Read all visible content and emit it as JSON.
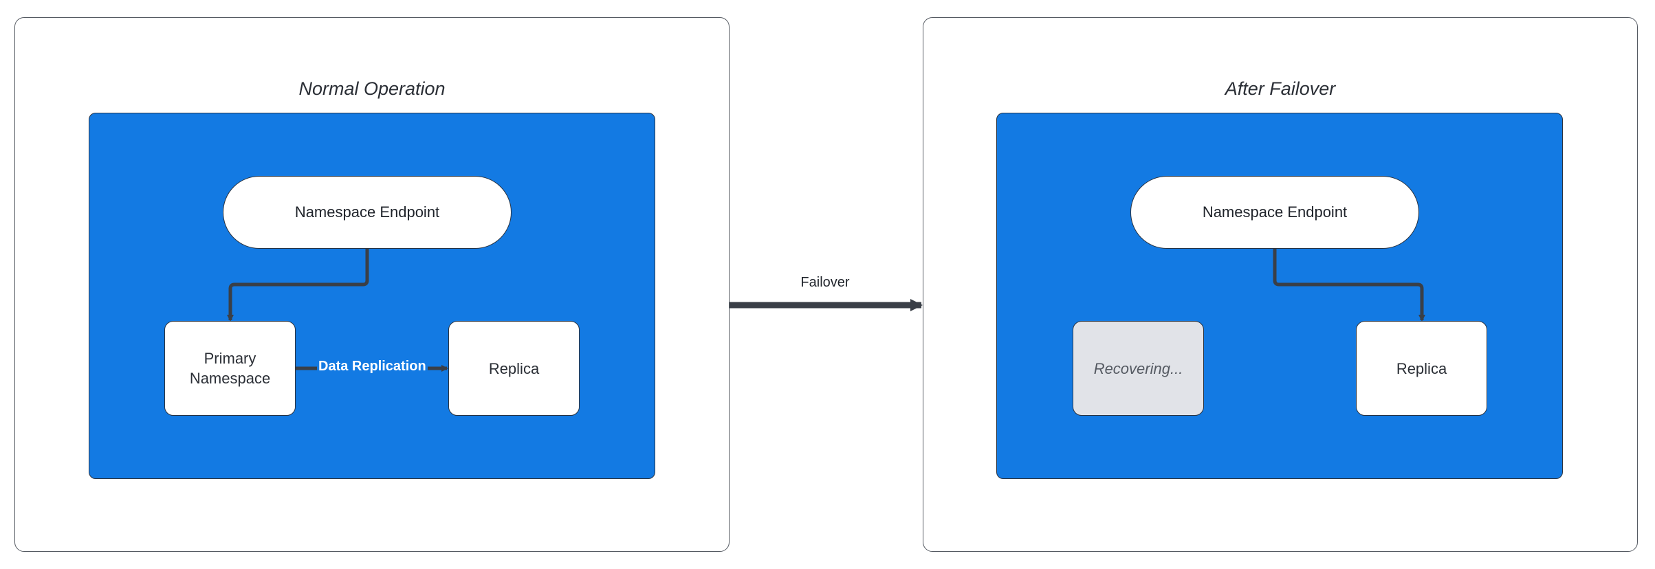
{
  "panels": [
    {
      "title": "Normal Operation",
      "endpoint": "Namespace Endpoint",
      "left_node": "Primary Namespace",
      "right_node": "Replica",
      "edge_label": "Data Replication"
    },
    {
      "title": "After Failover",
      "endpoint": "Namespace Endpoint",
      "left_node": "Recovering...",
      "right_node": "Replica"
    }
  ],
  "transition_label": "Failover",
  "colors": {
    "blue": "#137ae3",
    "line": "#3a3f47",
    "recovering": "#e1e3e8"
  }
}
